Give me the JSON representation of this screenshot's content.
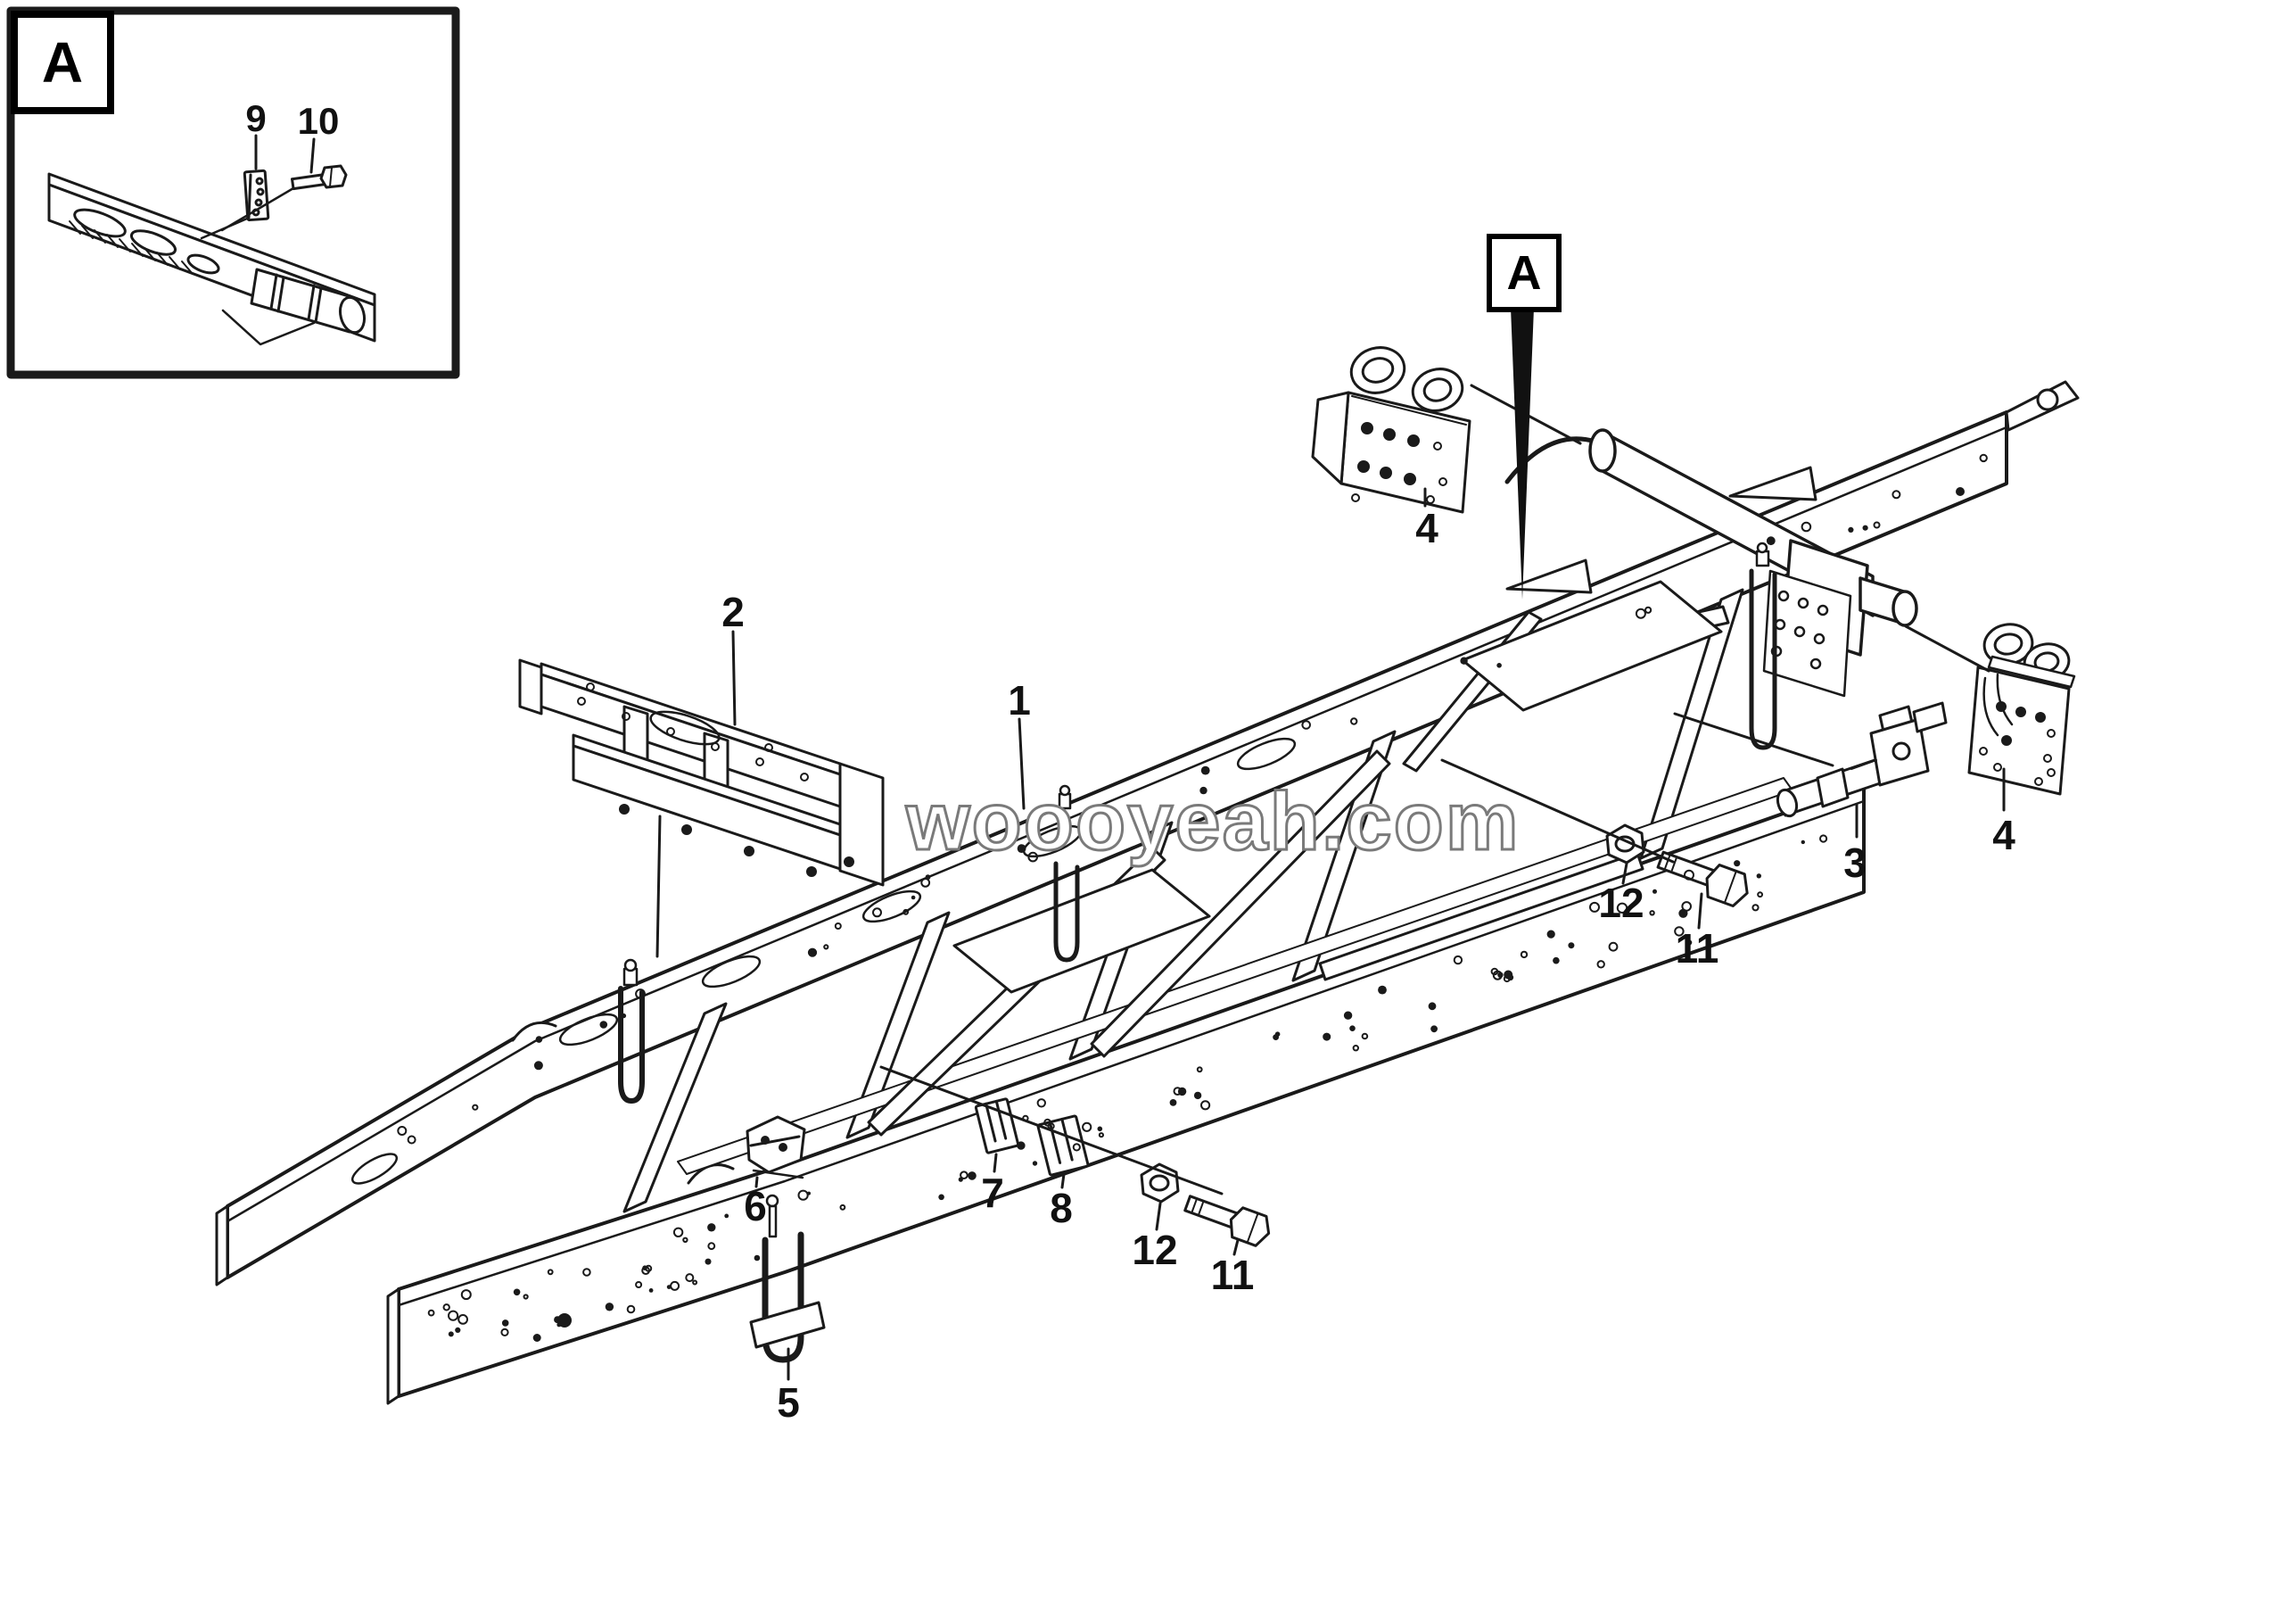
{
  "page": {
    "background": "#ffffff",
    "line_color": "#1a1a1a"
  },
  "watermark": {
    "text": "woooyeah.com",
    "outline_color": "#7a7a7a",
    "fill_color": "#ffffff"
  },
  "inset": {
    "label": "A"
  },
  "marker": {
    "text": "A"
  },
  "callouts": [
    {
      "key": "1",
      "text": "1"
    },
    {
      "key": "2",
      "text": "2"
    },
    {
      "key": "3",
      "text": "3"
    },
    {
      "key": "4a",
      "text": "4"
    },
    {
      "key": "4b",
      "text": "4"
    },
    {
      "key": "5",
      "text": "5"
    },
    {
      "key": "6",
      "text": "6"
    },
    {
      "key": "7",
      "text": "7"
    },
    {
      "key": "8",
      "text": "8"
    },
    {
      "key": "9",
      "text": "9"
    },
    {
      "key": "10",
      "text": "10"
    },
    {
      "key": "11a",
      "text": "11"
    },
    {
      "key": "11b",
      "text": "11"
    },
    {
      "key": "12a",
      "text": "12"
    },
    {
      "key": "12b",
      "text": "12"
    }
  ]
}
